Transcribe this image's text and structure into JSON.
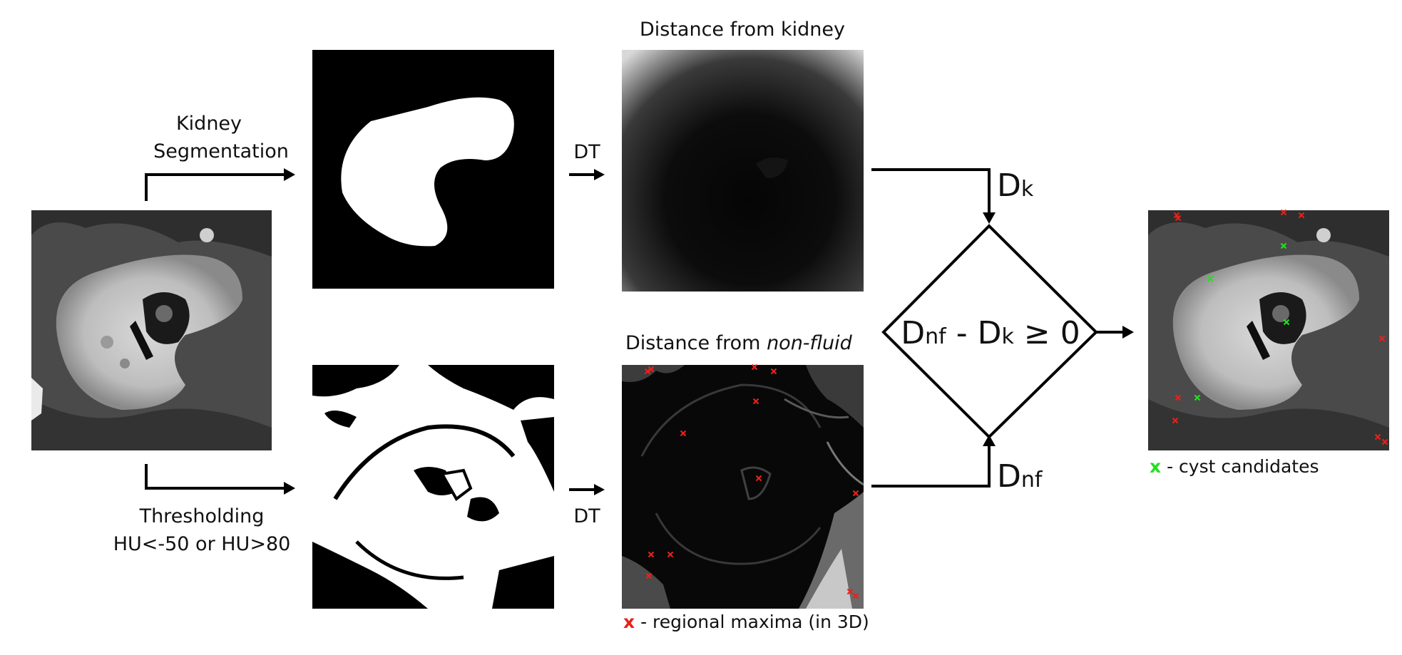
{
  "steps": {
    "seg_label_1": "Kidney",
    "seg_label_2": "Segmentation",
    "thr_label_1": "Thresholding",
    "thr_label_2": "HU<-50 or HU>80",
    "dt_top": "DT",
    "dt_bottom": "DT"
  },
  "panels": {
    "dist_kidney_title": "Distance from kidney",
    "dist_nonfluid_prefix": "Distance from ",
    "dist_nonfluid_emph": "non-fluid",
    "maxima_marker": "x",
    "maxima_caption": " - regional maxima (in 3D)",
    "cyst_marker": "x",
    "cyst_caption": " - cyst candidates"
  },
  "decision": {
    "d": "D",
    "nf": "nf",
    "k": "k",
    "minus": " - ",
    "relation": " ≥ 0",
    "input_top_d": "D",
    "input_top_sub": "k",
    "input_bottom_d": "D",
    "input_bottom_sub": "nf"
  },
  "colors": {
    "regional_maxima": "#e8201a",
    "cyst_candidates": "#22e01e",
    "arrow": "#000000"
  }
}
